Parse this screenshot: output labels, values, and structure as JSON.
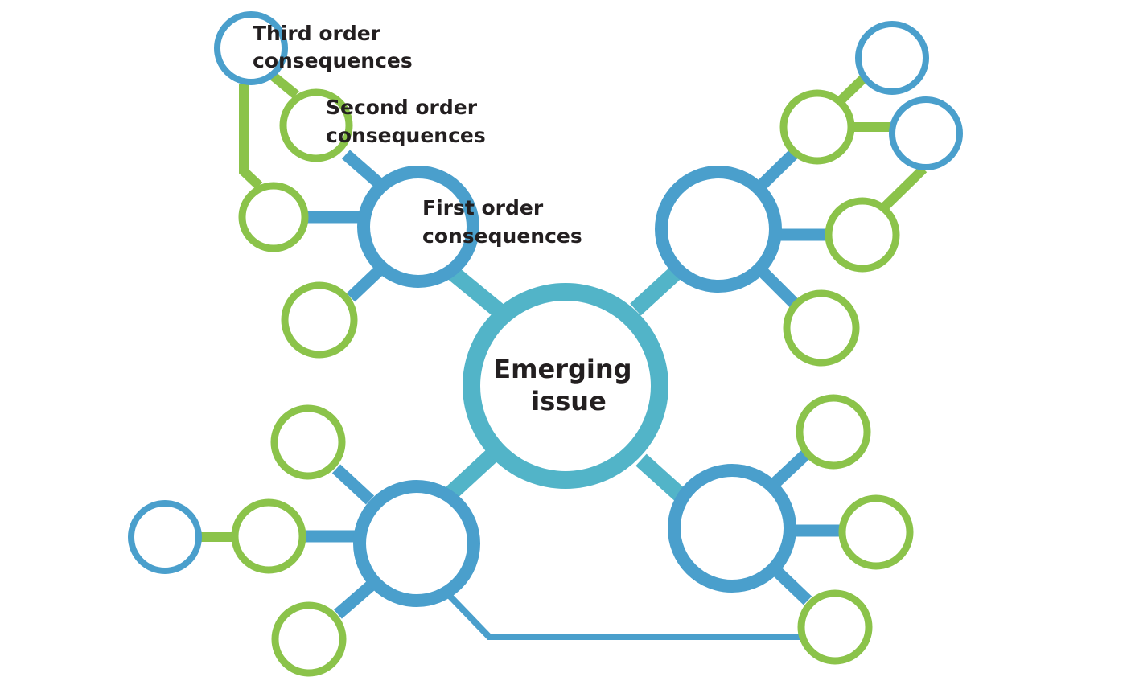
{
  "colors": {
    "center_ring": "#52b4c8",
    "first_order_ring": "#4a9fcc",
    "second_order_ring": "#8bc34a",
    "third_order_ring": "#4a9fcc",
    "text": "#231f20",
    "background": "#ffffff"
  },
  "center": {
    "line1": "Emerging",
    "line2": "issue"
  },
  "labels": {
    "first_order": {
      "line1": "First order",
      "line2": "consequences"
    },
    "second_order": {
      "line1": "Second order",
      "line2": "consequences"
    },
    "third_order": {
      "line1": "Third order",
      "line2": "consequences"
    }
  }
}
